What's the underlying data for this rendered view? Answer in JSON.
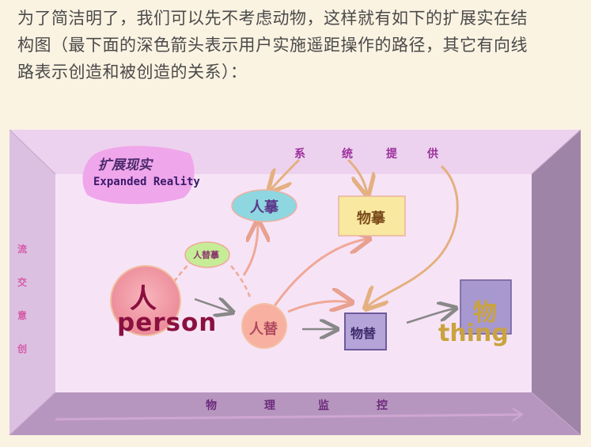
{
  "intro": {
    "line1": "为了简洁明了，我们可以先不考虑动物，这样就有如下的扩展实在结",
    "line2": "构图（最下面的深色箭头表示用户实施遥距操作的路径，其它有向线",
    "line3": "路表示创造和被创造的关系）："
  },
  "diagram": {
    "logo": {
      "chinese": "扩展现实",
      "english": "Expanded Reality"
    },
    "system_label": [
      "系",
      "统",
      "提",
      "供"
    ],
    "bottom_label": [
      "物",
      "理",
      "监",
      "控"
    ],
    "side_label": [
      "创",
      "意",
      "交",
      "流"
    ],
    "nodes": {
      "person_cn": "人",
      "person_en": "person",
      "ren_ti_mo": "人替摹",
      "ren_mo": "人摹",
      "wu_mo": "物摹",
      "ren_ti": "人替",
      "wu_ti": "物替",
      "wu": "物",
      "thing_en": "thing"
    },
    "colors": {
      "inner_panel": "#f6e4f6",
      "frame": "#c8a8cc",
      "person_circle": "#f4a0ac",
      "ren_ti_circle": "#f8b0a0",
      "ren_mo_ellipse": "#8ed6e0",
      "ren_ti_mo_ellipse": "#c6ec98",
      "wu_mo_rect": "#f8e8a0",
      "wu_ti_rect": "#b4a4d8",
      "wu_rect": "#a898d0",
      "logo_blob": "#f0a6ea"
    }
  }
}
